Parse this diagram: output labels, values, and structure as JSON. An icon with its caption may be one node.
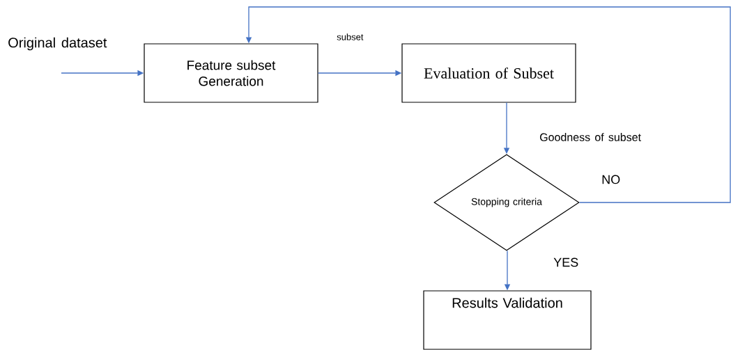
{
  "diagram": {
    "nodes": [
      {
        "text": [
          "Feature subset Generation"
        ]
      },
      {
        "text": [
          "Evaluation of Subset"
        ]
      },
      {
        "text": [
          "Stopping criteria"
        ]
      },
      {
        "text": [
          "Results Validation"
        ]
      }
    ],
    "edges": [
      {
        "from": null,
        "to": 0,
        "arrow": "to",
        "label": "Original dataset"
      },
      {
        "from": 0,
        "to": 1,
        "arrow": "to",
        "label": "subset"
      },
      {
        "from": 1,
        "to": 2,
        "arrow": "to",
        "label": "Goodness of subset"
      },
      {
        "from": 2,
        "to": 0,
        "arrow": "to",
        "label": "NO"
      },
      {
        "from": 2,
        "to": 3,
        "arrow": "to",
        "label": "YES"
      }
    ]
  }
}
